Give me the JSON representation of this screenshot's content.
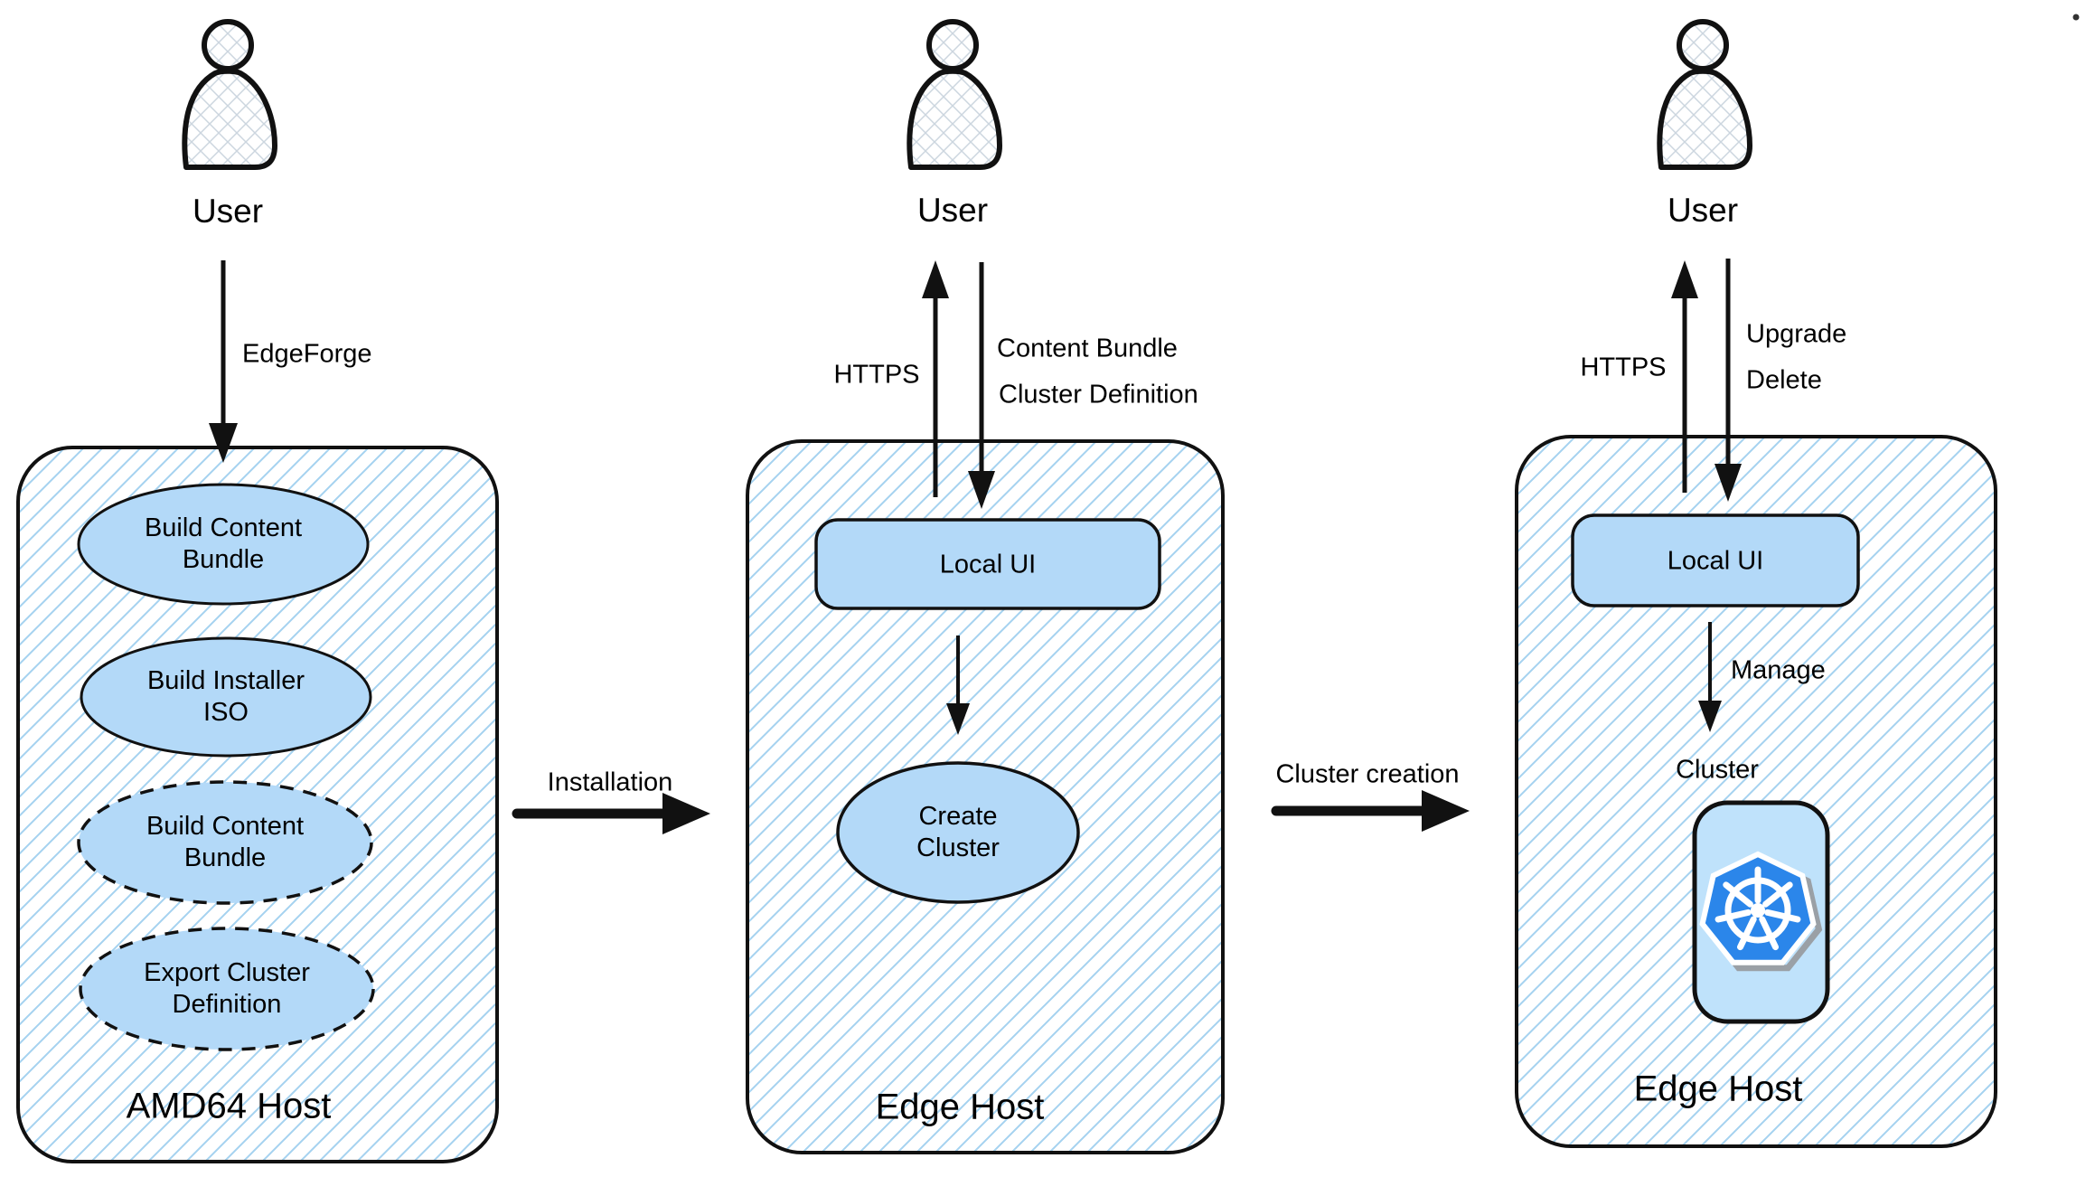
{
  "diagram": {
    "actors": [
      {
        "label": "User"
      },
      {
        "label": "User"
      },
      {
        "label": "User"
      }
    ],
    "edges": {
      "edgeforge": "EdgeForge",
      "installation": "Installation",
      "https_local": "HTTPS",
      "content_bundle": "Content Bundle",
      "cluster_definition": "Cluster Definition",
      "cluster_creation": "Cluster creation",
      "https_manage": "HTTPS",
      "upgrade": "Upgrade",
      "delete": "Delete",
      "manage": "Manage"
    },
    "hosts": [
      {
        "title": "AMD64 Host",
        "nodes": [
          {
            "lines": [
              "Build Content",
              "Bundle"
            ],
            "style": "solid"
          },
          {
            "lines": [
              "Build Installer",
              "ISO"
            ],
            "style": "solid"
          },
          {
            "lines": [
              "Build Content",
              "Bundle"
            ],
            "style": "dashed"
          },
          {
            "lines": [
              "Export Cluster",
              "Definition"
            ],
            "style": "dashed"
          }
        ]
      },
      {
        "title": "Edge Host",
        "nodes": [
          {
            "label": "Local UI"
          },
          {
            "lines": [
              "Create",
              "Cluster"
            ]
          }
        ]
      },
      {
        "title": "Edge Host",
        "nodes": [
          {
            "label": "Local UI"
          },
          {
            "label": "Cluster",
            "icon": "kubernetes-logo"
          }
        ]
      }
    ],
    "colors": {
      "node_fill": "#b3d9f8",
      "k8s_box_fill": "#bfe2fb",
      "hatch_line": "#a5d2f0",
      "crosshatch_line": "#ccd6df",
      "stroke": "#111111",
      "kubernetes_blue": "#2b86ea"
    }
  }
}
